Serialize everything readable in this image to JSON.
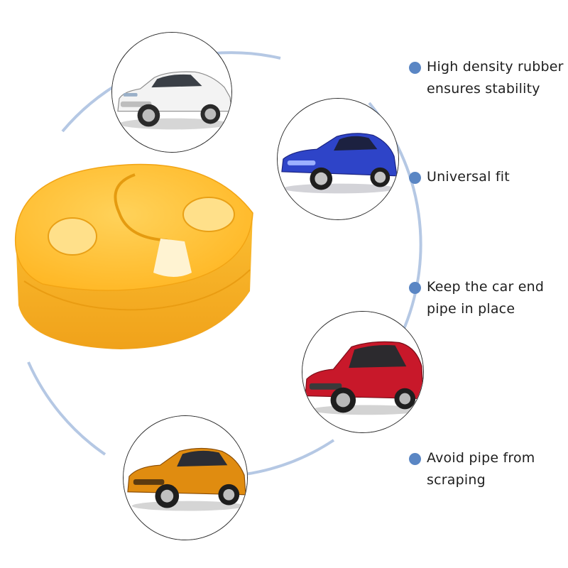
{
  "features": [
    {
      "text": "High density rubber\nensures stability"
    },
    {
      "text": "Universal fit"
    },
    {
      "text": "Keep the car end\npipe in place"
    },
    {
      "text": "Avoid pipe from\nscraping"
    }
  ],
  "colors": {
    "arc": "#b5c8e4",
    "bullet": "#5a86c4",
    "rubber_mount": "#ffb51e",
    "car_white": "#f4f4f4",
    "car_blue": "#2e44c8",
    "car_red": "#c8182a",
    "car_orange": "#e08c10"
  },
  "icons": [
    "exhaust-rubber-mount-image",
    "white-sedan-image",
    "blue-sports-car-image",
    "red-hatchback-image",
    "orange-sports-car-image",
    "bullet-dot-icon"
  ]
}
